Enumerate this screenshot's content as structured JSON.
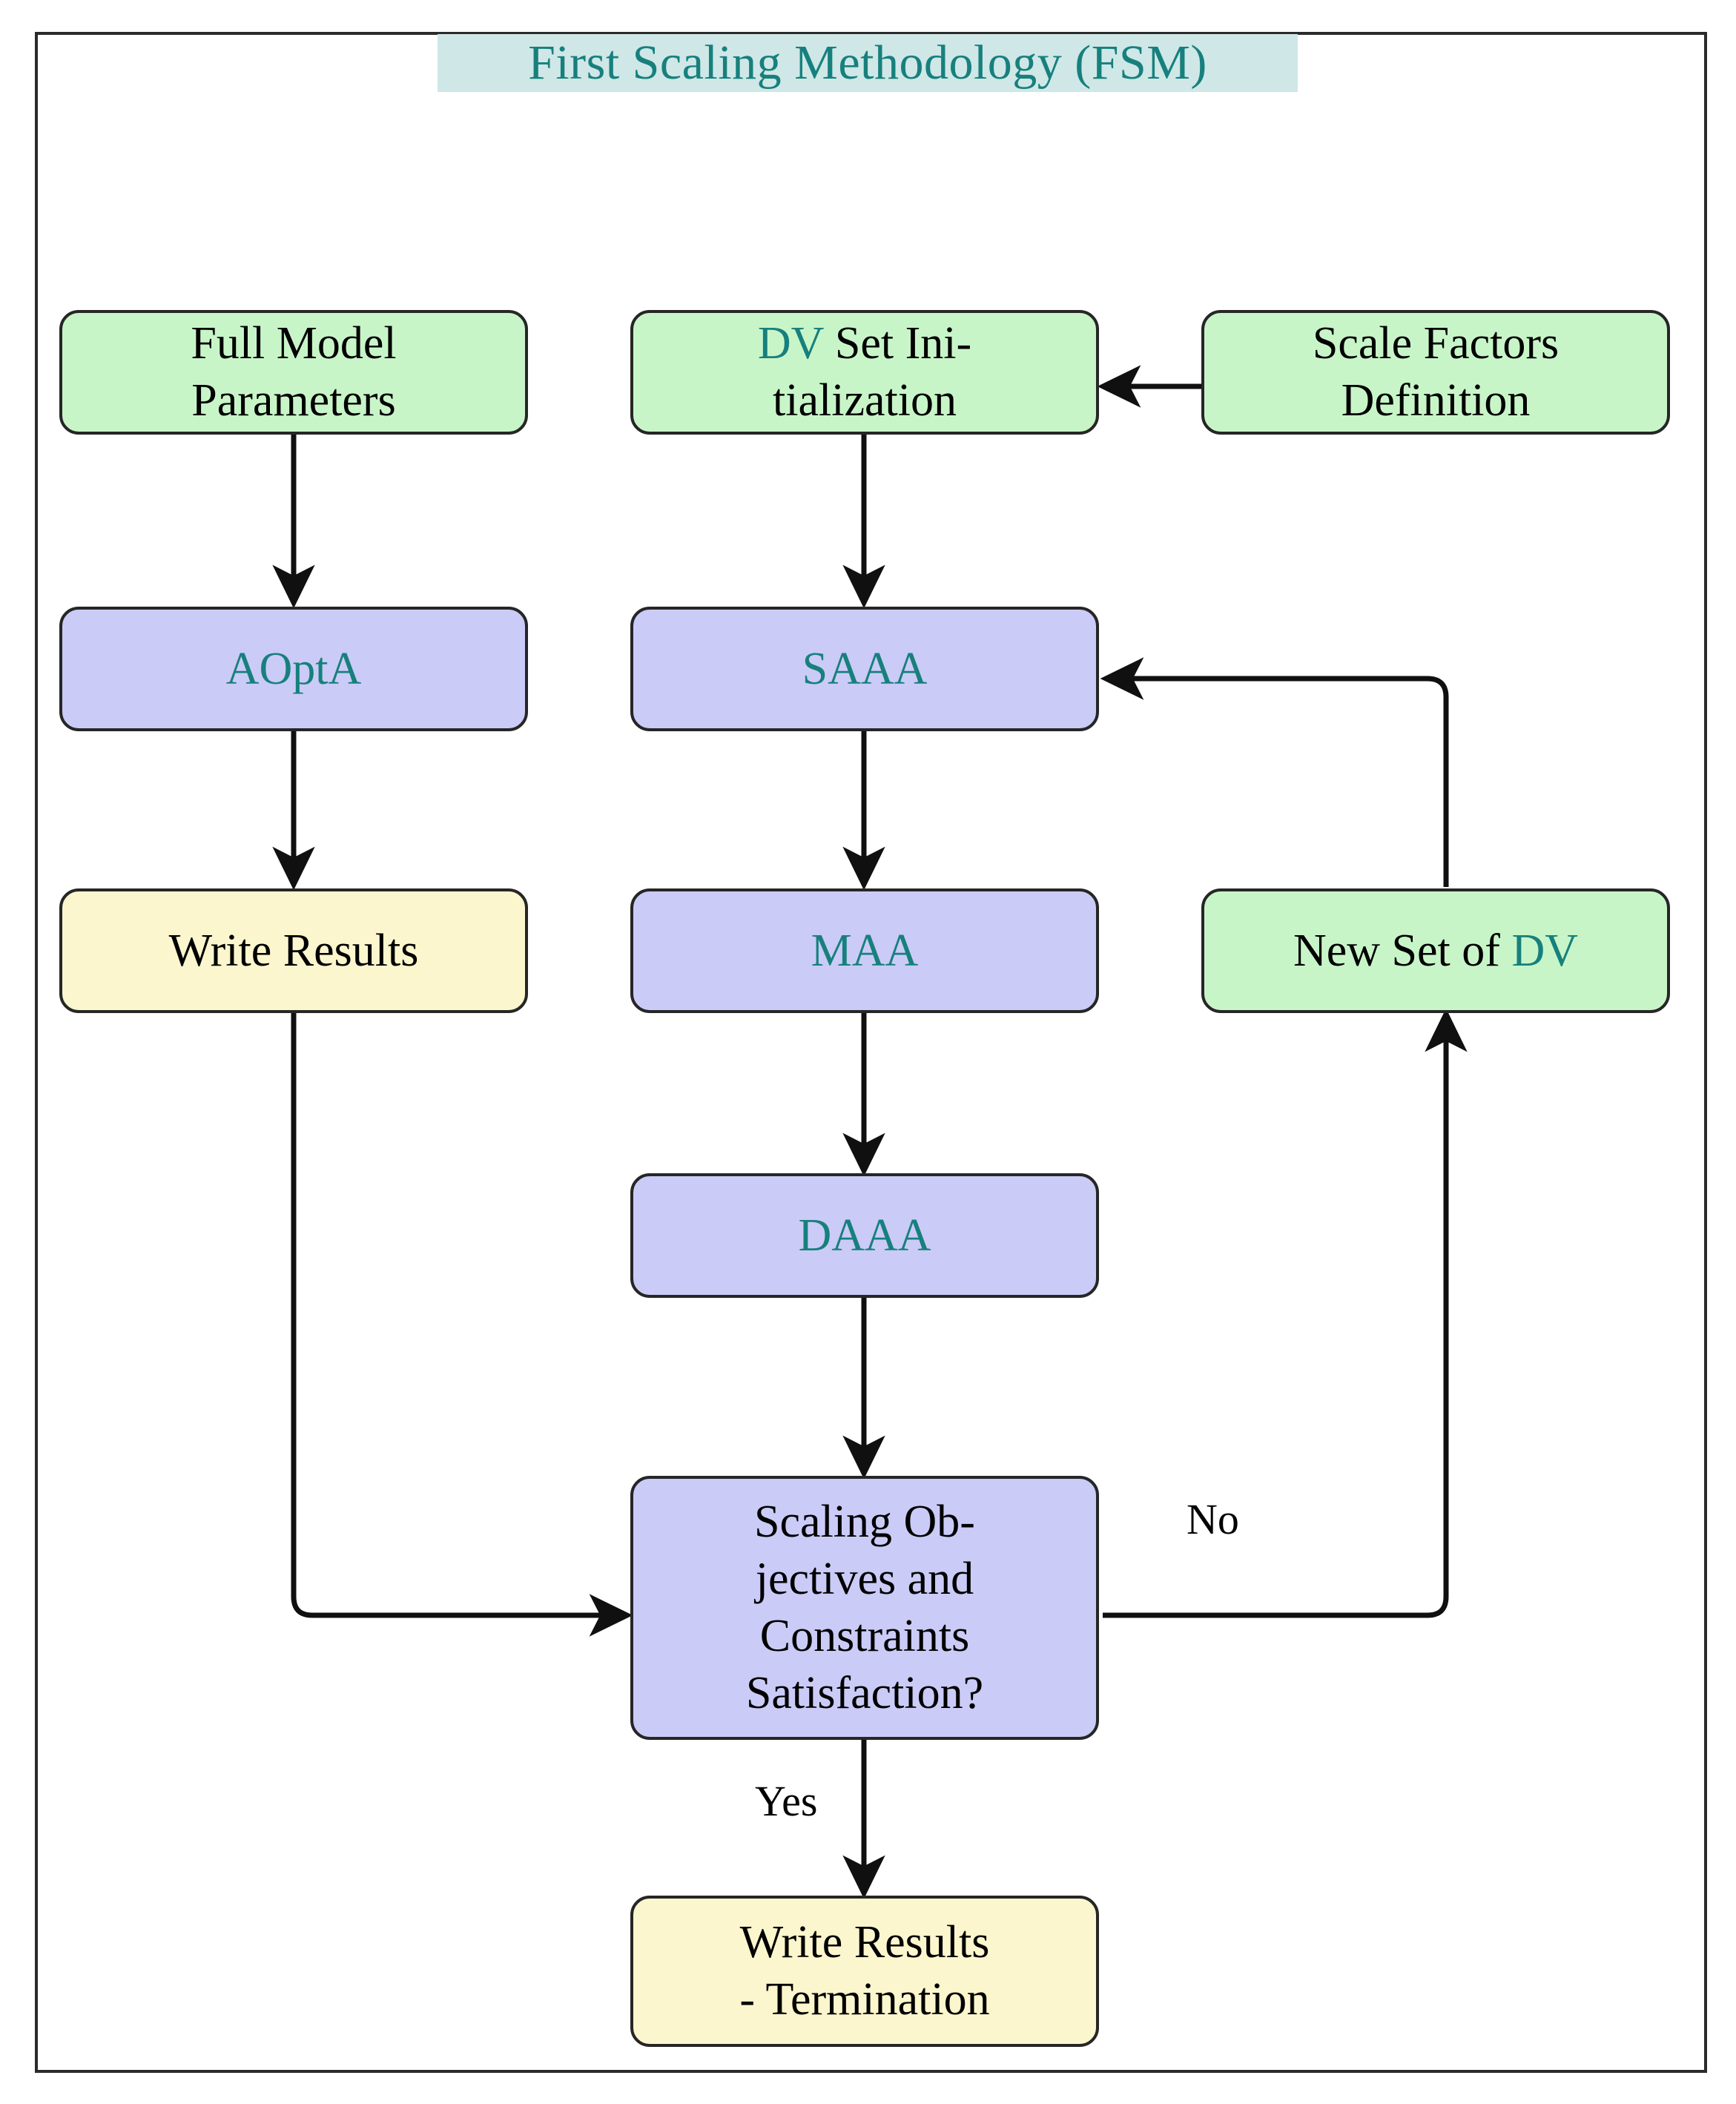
{
  "figure": {
    "title": "First Scaling Methodology (FSM)",
    "type": "flowchart",
    "colors": {
      "accent_teal": "#17807d",
      "title_background": "#cfe7e7",
      "node_green": "#c8f5c8",
      "node_purple": "#cbcbf7",
      "node_yellow": "#fbf6cd",
      "border": "#262626",
      "text": "#000000"
    }
  },
  "nodes": {
    "full_model_parameters": {
      "lines": [
        "Full Model",
        "Parameters"
      ],
      "fill": "green"
    },
    "dv_set_initialization": {
      "accent_prefix": "DV",
      "lines": [
        " Set Ini-",
        "tialization"
      ],
      "fill": "green"
    },
    "scale_factors_definition": {
      "lines": [
        "Scale Factors",
        "Definition"
      ],
      "fill": "green"
    },
    "aopta": {
      "label": "AOptA",
      "fill": "purple",
      "accent": true
    },
    "saaa": {
      "label": "SAAA",
      "fill": "purple",
      "accent": true
    },
    "maa": {
      "label": "MAA",
      "fill": "purple",
      "accent": true
    },
    "daaa": {
      "label": "DAAA",
      "fill": "purple",
      "accent": true
    },
    "write_results": {
      "label": "Write Results",
      "fill": "yellow"
    },
    "new_set_of_dv": {
      "prefix": "New Set of ",
      "accent_suffix": "DV",
      "fill": "green"
    },
    "decision": {
      "lines": [
        "Scaling Ob-",
        "jectives and",
        "Constraints",
        "Satisfaction?"
      ],
      "fill": "purple"
    },
    "write_results_termination": {
      "lines": [
        "Write Results",
        "- Termination"
      ],
      "fill": "yellow"
    }
  },
  "edge_labels": {
    "no": "No",
    "yes": "Yes"
  }
}
